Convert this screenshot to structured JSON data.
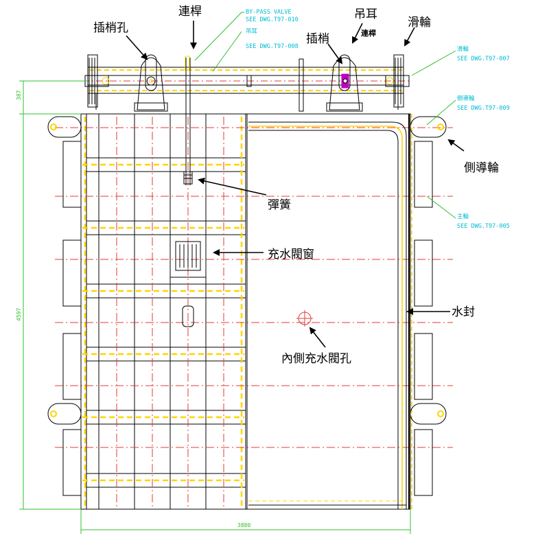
{
  "labels": {
    "lifting_rod": "連桿",
    "lug": "吊耳",
    "lug_sub": "連桿",
    "pulley": "滑輪",
    "pin_hole": "插梢孔",
    "pin": "插梢",
    "side_guide_wheel": "側導輪",
    "spring": "彈簧",
    "fill_valve_window": "充水閥窗",
    "water_seal": "水封",
    "inner_fill_valve_hole": "內側充水閥孔"
  },
  "references": {
    "bypass_valve_title": "BY-PASS VALVE",
    "bypass_valve_dwg": "SEE DWG.T97-010",
    "lug_small": "吊耳",
    "lug_dwg": "SEE DWG.T97-008",
    "pulley_small": "滑輪",
    "pulley_dwg": "SEE DWG.T97-007",
    "guide_small": "側導輪",
    "guide_dwg": "SEE DWG.T97-009",
    "wheel_small": "主輪",
    "wheel_dwg": "SEE DWG.T97-005"
  },
  "dimensions": {
    "top_height": "387",
    "body_height": "4597",
    "width": "3880"
  },
  "colors": {
    "frame": "#000000",
    "grid_yellow": "#ffd400",
    "center_red": "#e53935",
    "leader_green": "#2fbf2f",
    "reference_cyan": "#00bcd4",
    "pin_magenta": "#c000c0"
  }
}
